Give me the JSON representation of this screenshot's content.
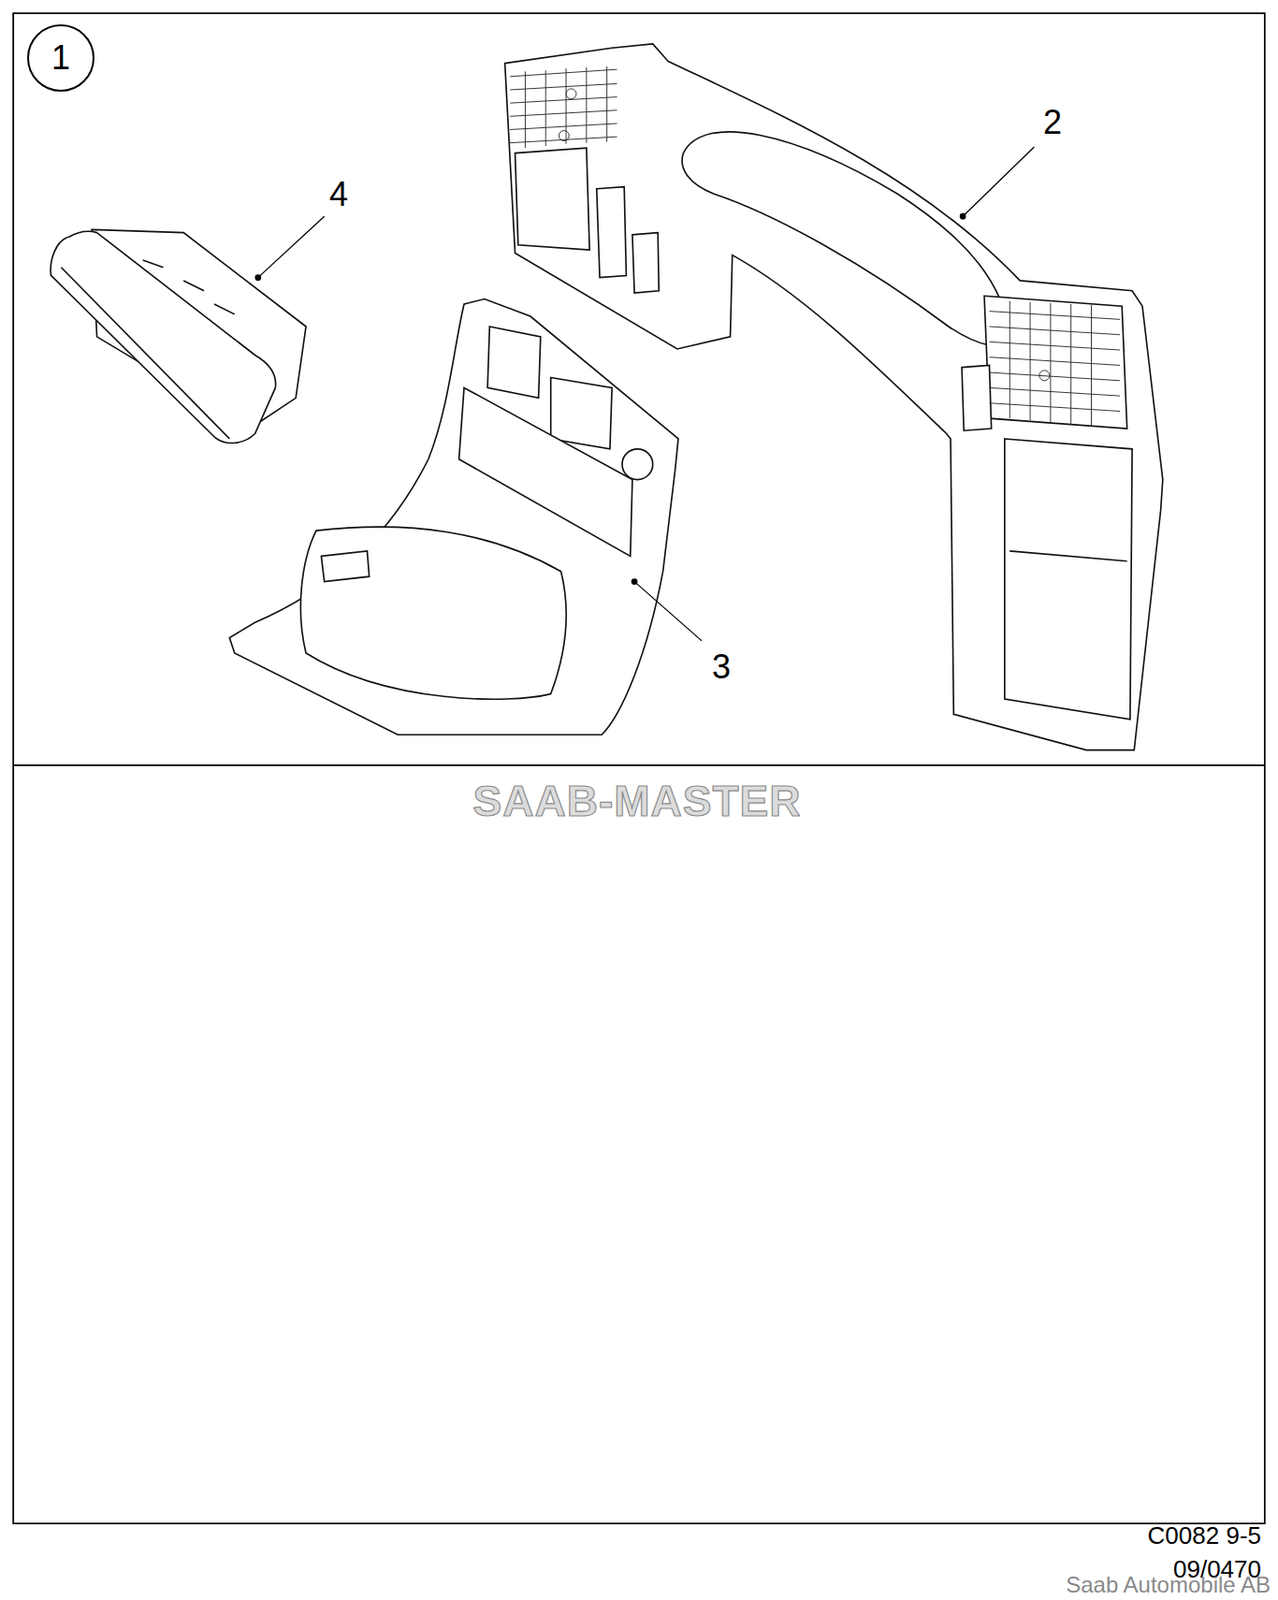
{
  "diagram": {
    "nodes": [
      {
        "text": [
          "1"
        ]
      }
    ],
    "labels": [
      "2",
      "4",
      "3",
      "SAAB-MASTER",
      "C0082 9-5",
      "09/0470",
      "Saab Automobile AB"
    ]
  }
}
